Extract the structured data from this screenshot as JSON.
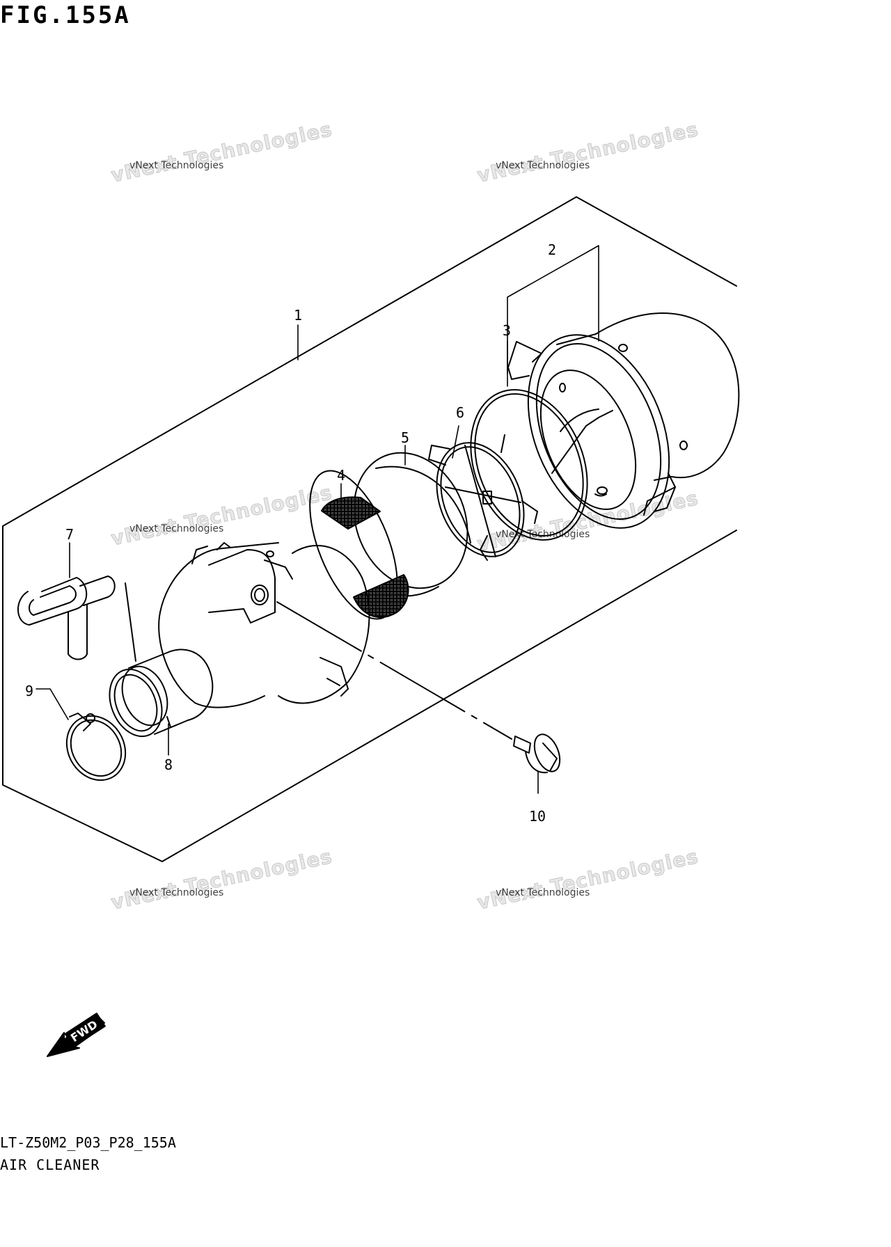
{
  "figure": {
    "title": "FIG.155A"
  },
  "callouts": [
    {
      "number": "1"
    },
    {
      "number": "2"
    },
    {
      "number": "3"
    },
    {
      "number": "4"
    },
    {
      "number": "5"
    },
    {
      "number": "6"
    },
    {
      "number": "7"
    },
    {
      "number": "8"
    },
    {
      "number": "9"
    },
    {
      "number": "10"
    }
  ],
  "watermark": {
    "line": "vNext Technologies",
    "big": "vNext Technologies"
  },
  "fwd_badge": "FWD",
  "footer": {
    "code": "LT-Z50M2_P03_P28_155A",
    "caption": "AIR CLEANER"
  }
}
